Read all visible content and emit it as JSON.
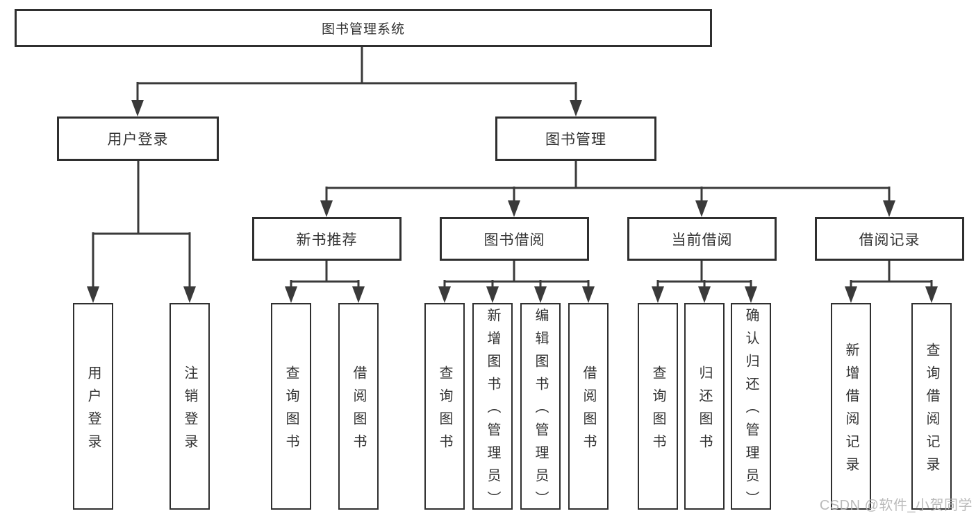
{
  "root": {
    "label": "图书管理系统"
  },
  "level2": [
    {
      "label": "用户登录",
      "children": [
        {
          "label": "用户登录"
        },
        {
          "label": "注销登录"
        }
      ]
    },
    {
      "label": "图书管理",
      "children": [
        {
          "label": "新书推荐",
          "children": [
            {
              "label": "查询图书"
            },
            {
              "label": "借阅图书"
            }
          ]
        },
        {
          "label": "图书借阅",
          "children": [
            {
              "label": "查询图书"
            },
            {
              "label": "新增图书（管理员）"
            },
            {
              "label": "编辑图书（管理员）"
            },
            {
              "label": "借阅图书"
            }
          ]
        },
        {
          "label": "当前借阅",
          "children": [
            {
              "label": "查询图书"
            },
            {
              "label": "归还图书"
            },
            {
              "label": "确认归还（管理员）"
            }
          ]
        },
        {
          "label": "借阅记录",
          "children": [
            {
              "label": "新增借阅记录"
            },
            {
              "label": "查询借阅记录"
            }
          ]
        }
      ]
    }
  ],
  "watermark": {
    "text": "CSDN @软件_小贺同学"
  },
  "colors": {
    "line": "#3a3a3a",
    "border": "#2f2f2f",
    "text": "#333333",
    "background": "#ffffff",
    "watermark": "#b3b3b3"
  }
}
